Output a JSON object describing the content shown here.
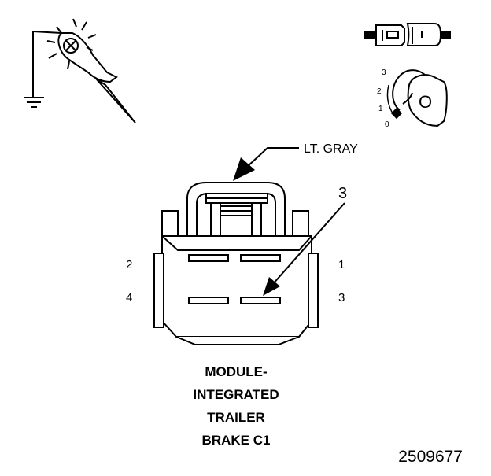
{
  "connector": {
    "color_label": "LT. GRAY",
    "callout_number": "3",
    "pin_labels": {
      "top_left": "2",
      "top_right": "1",
      "bottom_left": "4",
      "bottom_right": "3"
    }
  },
  "key_icon": {
    "positions": [
      "3",
      "2",
      "1",
      "0"
    ],
    "key_text": "O"
  },
  "caption": {
    "line1": "MODULE-",
    "line2": "INTEGRATED",
    "line3": "TRAILER",
    "line4": "BRAKE C1"
  },
  "figure_id": "2509677"
}
